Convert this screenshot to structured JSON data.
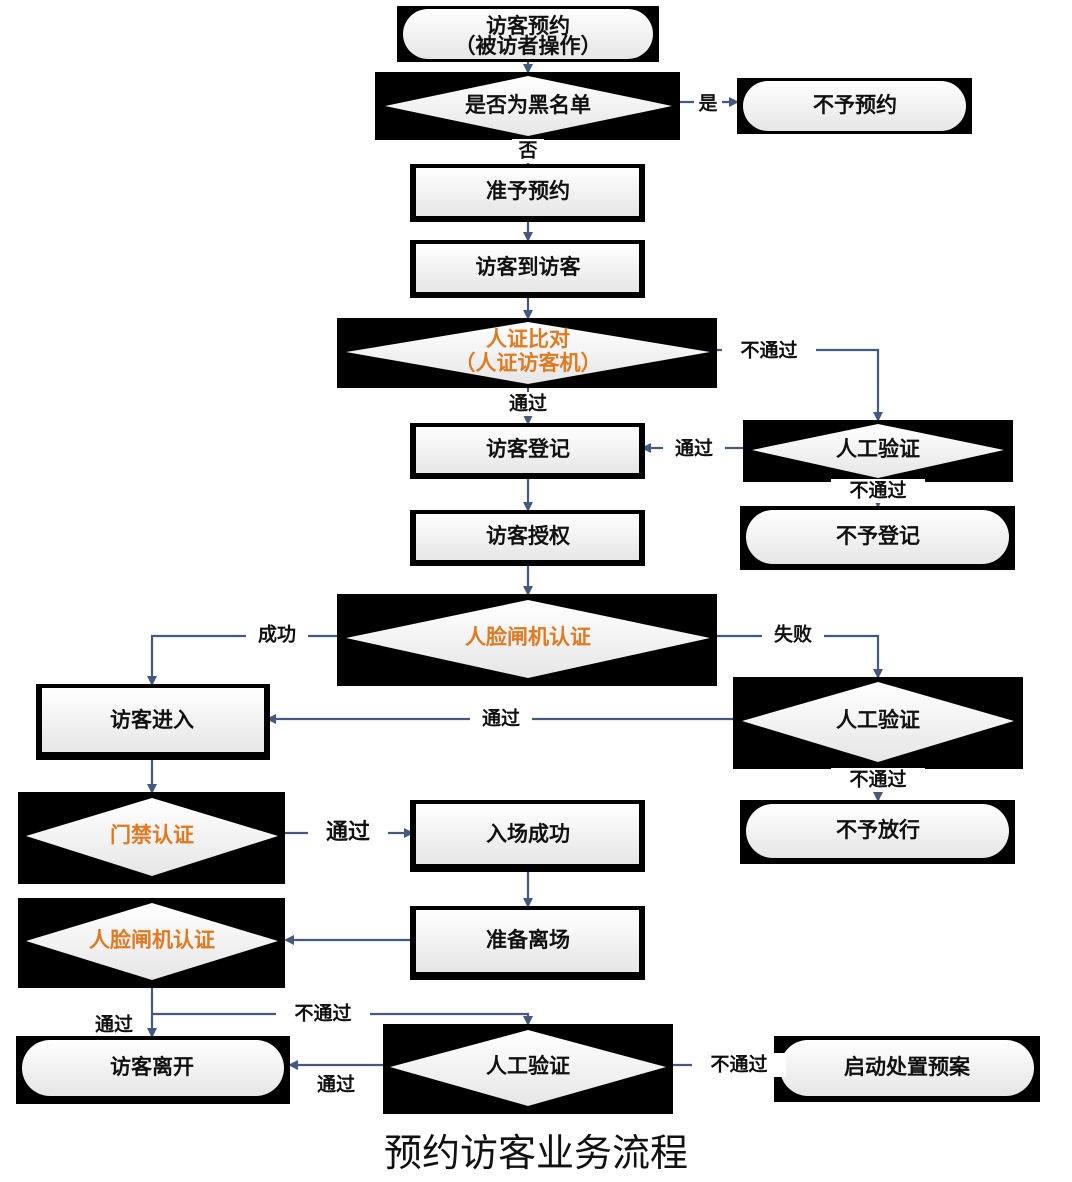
{
  "caption": "预约访客业务流程",
  "colors": {
    "frame": "#000000",
    "arrow": "#44597c",
    "highlight_text": "#e07a22",
    "box_fill": "#f4f4f4"
  },
  "nodes": {
    "reserve_line1": "访客预约",
    "reserve_line2": "（被访者操作）",
    "blacklist": "是否为黑名单",
    "deny_reserve": "不予预约",
    "allow_reserve": "准予预约",
    "visitor_arrive": "访客到访客",
    "idcheck_line1": "人证比对",
    "idcheck_line2": "（人证访客机）",
    "register": "访客登记",
    "manual_verify_1": "人工验证",
    "deny_register": "不予登记",
    "authorize": "访客授权",
    "face_gate_1": "人脸闸机认证",
    "visitor_enter": "访客进入",
    "manual_verify_2": "人工验证",
    "deny_pass": "不予放行",
    "access_control": "门禁认证",
    "entry_success": "入场成功",
    "prepare_leave": "准备离场",
    "face_gate_2": "人脸闸机认证",
    "visitor_leave": "访客离开",
    "manual_verify_3": "人工验证",
    "emergency_plan": "启动处置预案"
  },
  "edge_labels": {
    "yes": "是",
    "no": "否",
    "pass_1": "通过",
    "fail_1": "不通过",
    "pass_2": "通过",
    "fail_2": "不通过",
    "success": "成功",
    "failure": "失败",
    "pass_3": "通过",
    "fail_3": "不通过",
    "pass_4": "通过",
    "pass_5": "通过",
    "fail_5": "不通过",
    "pass_6": "通过",
    "fail_6": "不通过"
  }
}
